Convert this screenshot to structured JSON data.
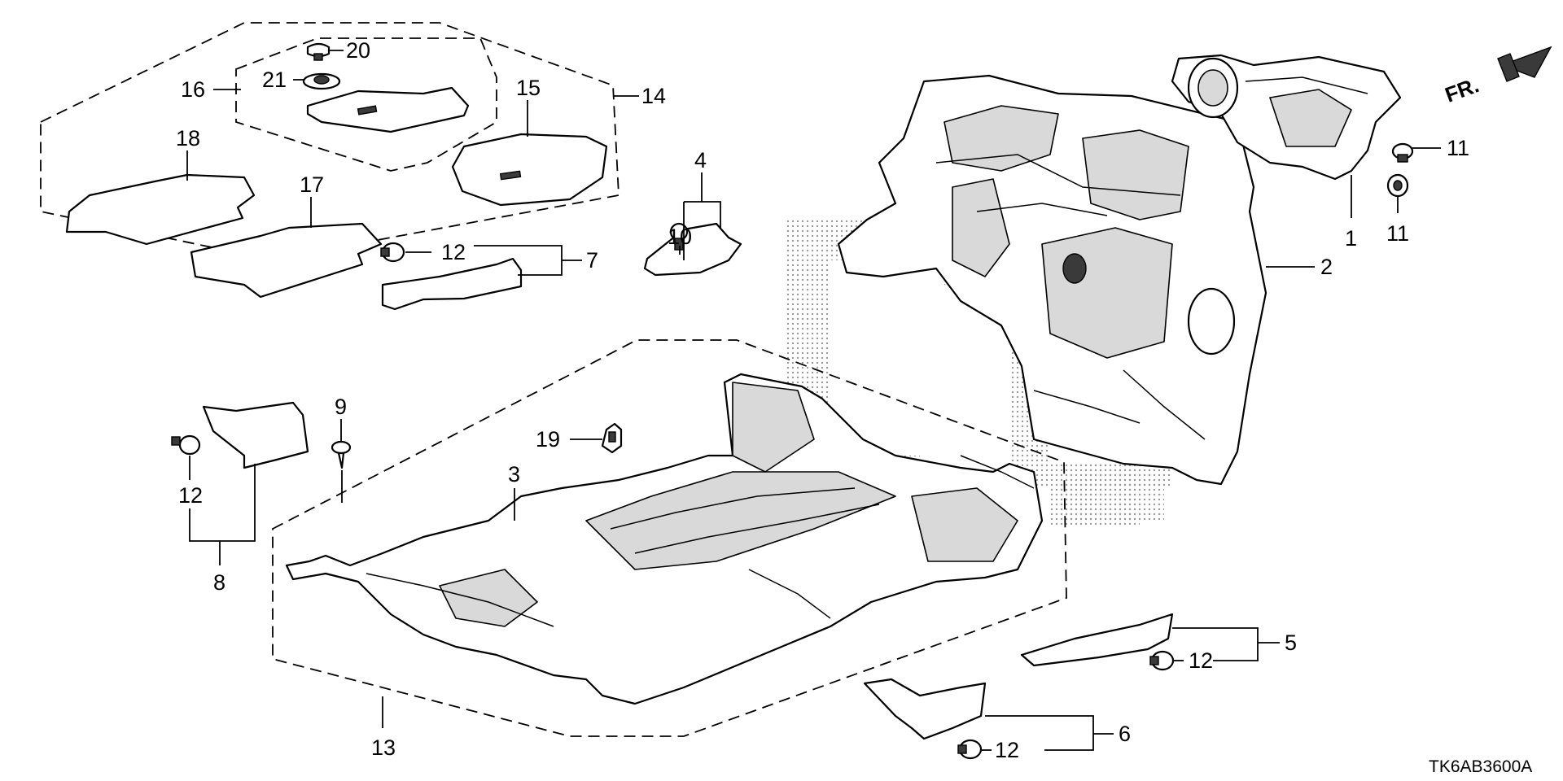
{
  "diagram_code": "TK6AB3600A",
  "direction_label": "FR.",
  "callouts": {
    "c1": "1",
    "c2": "2",
    "c3": "3",
    "c4": "4",
    "c5": "5",
    "c6": "6",
    "c7": "7",
    "c8": "8",
    "c9": "9",
    "c10": "10",
    "c11a": "11",
    "c11b": "11",
    "c12a": "12",
    "c12b": "12",
    "c12c": "12",
    "c12d": "12",
    "c13": "13",
    "c14": "14",
    "c15": "15",
    "c16": "16",
    "c17": "17",
    "c18": "18",
    "c19": "19",
    "c20": "20",
    "c21": "21"
  },
  "colors": {
    "line": "#000000",
    "background": "#ffffff",
    "shade": "#d9d9d9"
  }
}
